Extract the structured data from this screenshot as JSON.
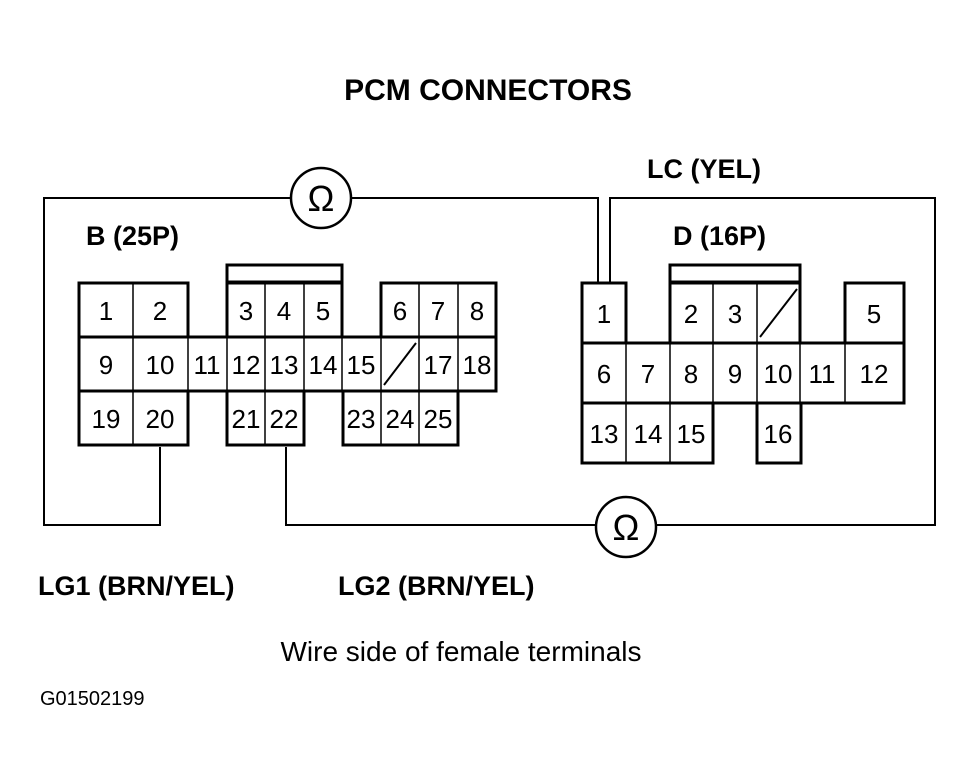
{
  "title": "PCM CONNECTORS",
  "connectors": {
    "b": {
      "label": "B (25P)",
      "pins": [
        "1",
        "2",
        "3",
        "4",
        "5",
        "6",
        "7",
        "8",
        "9",
        "10",
        "11",
        "12",
        "13",
        "14",
        "15",
        "17",
        "18",
        "19",
        "20",
        "21",
        "22",
        "23",
        "24",
        "25"
      ]
    },
    "d": {
      "label": "D (16P)",
      "pins": [
        "1",
        "2",
        "3",
        "5",
        "6",
        "7",
        "8",
        "9",
        "10",
        "11",
        "12",
        "13",
        "14",
        "15",
        "16"
      ]
    }
  },
  "wires": {
    "lc": "LC (YEL)",
    "lg1": "LG1 (BRN/YEL)",
    "lg2": "LG2 (BRN/YEL)"
  },
  "meter_symbol": "Ω",
  "caption": "Wire side of female terminals",
  "figure_code": "G01502199"
}
